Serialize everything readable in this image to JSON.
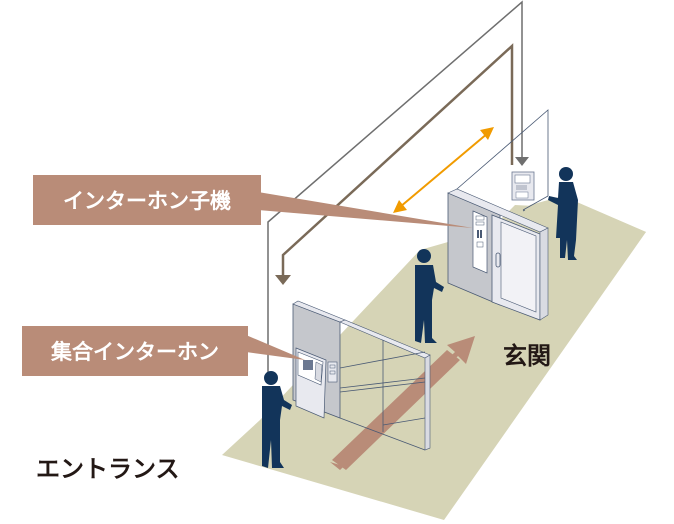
{
  "diagram": {
    "title": "Intercom system flow: entrance to front door",
    "callouts": {
      "unit_label": "インターホン子機",
      "panel_label": "集合インターホン"
    },
    "places": {
      "entrance": "エントランス",
      "front_door": "玄関"
    },
    "components": [
      {
        "name": "collective intercom panel",
        "location": "entrance"
      },
      {
        "name": "auto-lock glass door",
        "location": "entrance"
      },
      {
        "name": "intercom sub-unit",
        "location": "front door"
      },
      {
        "name": "indoor monitor",
        "location": "inside residence"
      }
    ],
    "colors": {
      "callout": "#b98c78",
      "floor": "#d6d4b6",
      "figure": "#12345a",
      "wall": "#c5c7cc",
      "door_panel": "#e8e9ef",
      "line": "#4a5a74",
      "signal_gray": "#6f6f6f",
      "signal_brown": "#7a6a58",
      "bidirectional_arrow": "#f19b00",
      "path_arrow": "#b98c78",
      "label_text": "#231815"
    }
  }
}
